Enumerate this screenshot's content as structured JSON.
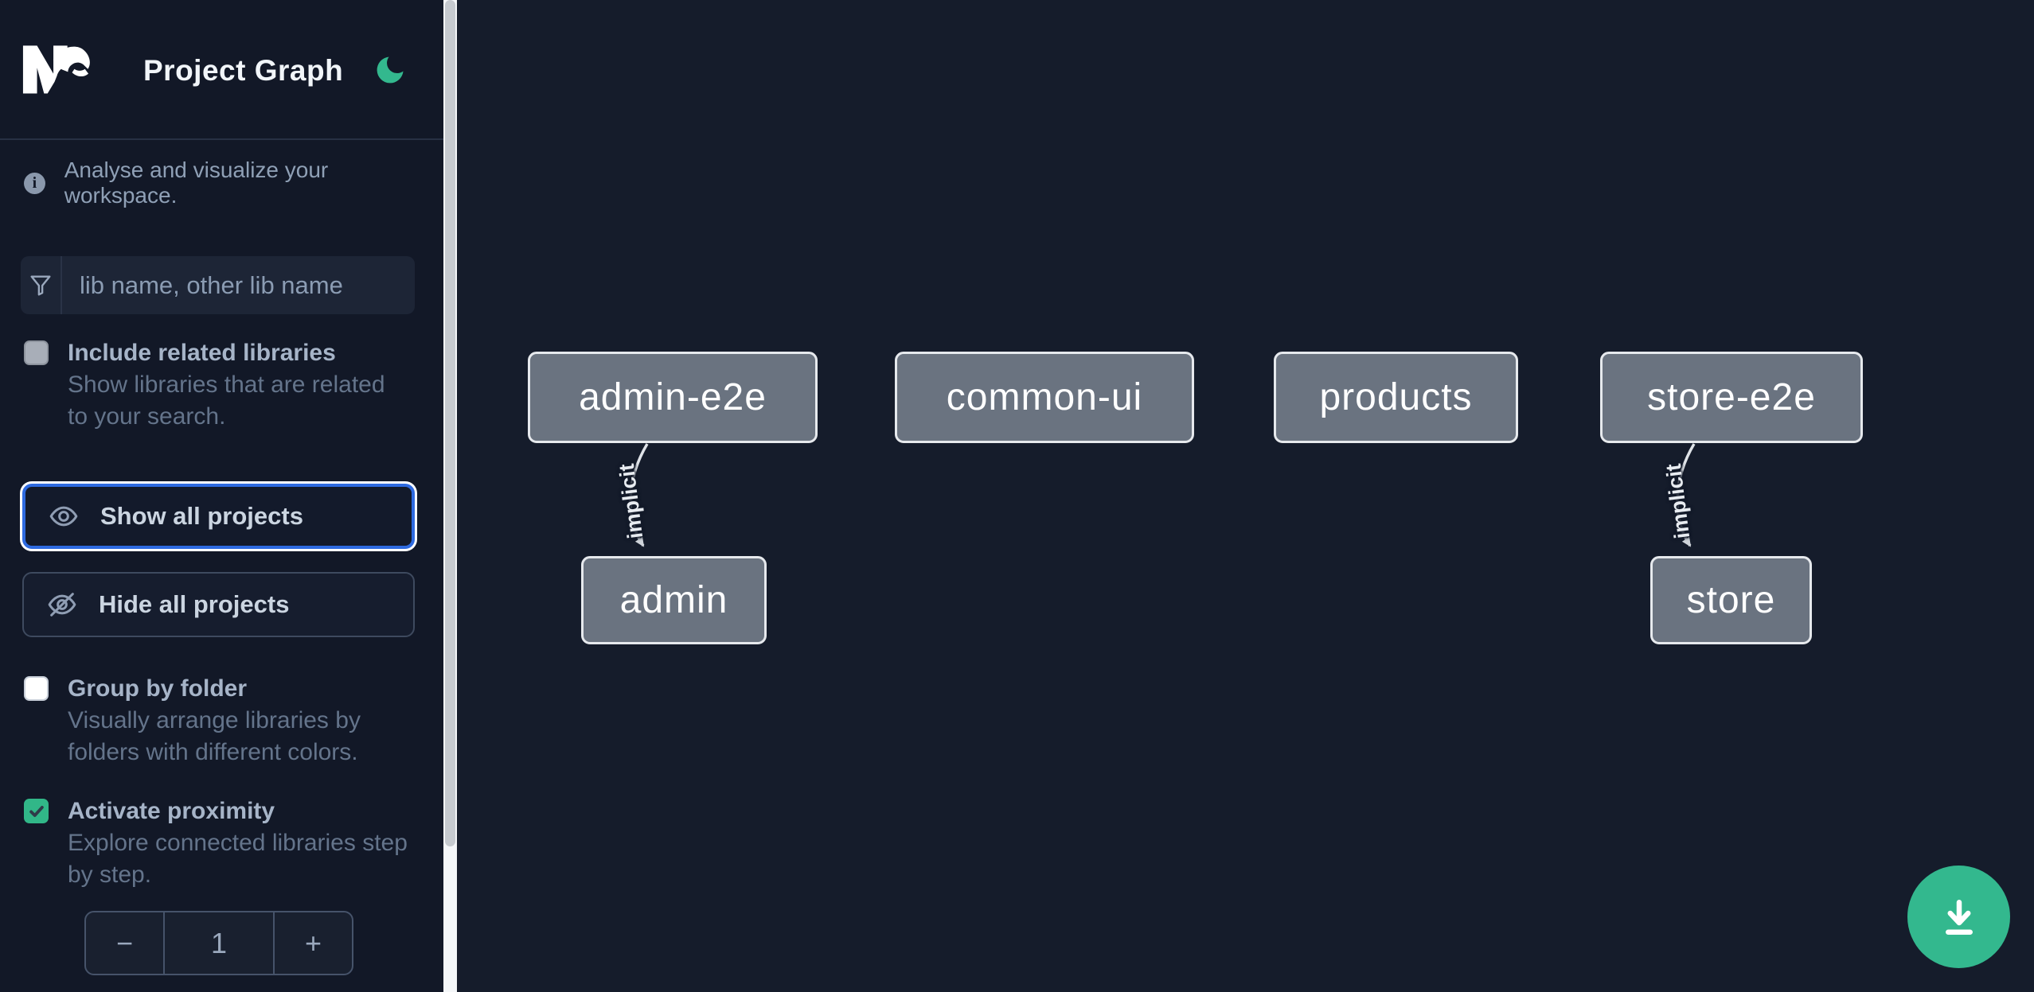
{
  "app": {
    "title": "Project Graph",
    "tagline": "Analyse and visualize your workspace."
  },
  "colors": {
    "accent_green": "#33b88e",
    "focus_blue": "#2e6ae0",
    "sidebar_bg": "#121827",
    "canvas_bg": "#151c2b",
    "node_fill": "#6a7380",
    "node_border": "#e6e9ed"
  },
  "sidebar": {
    "search": {
      "placeholder": "lib name, other lib name",
      "icon": "filter-funnel"
    },
    "options": [
      {
        "label": "Include related libraries",
        "description": "Show libraries that are related to your search.",
        "checked": false
      },
      {
        "label": "Group by folder",
        "description": "Visually arrange libraries by folders with different colors.",
        "checked": false
      },
      {
        "label": "Activate proximity",
        "description": "Explore connected libraries step by step.",
        "checked": true
      }
    ],
    "buttons": [
      {
        "label": "Show all projects",
        "icon": "eye",
        "focused": true
      },
      {
        "label": "Hide all projects",
        "icon": "eye-off",
        "focused": false
      }
    ],
    "stepper": {
      "decrement": "−",
      "value": "1",
      "increment": "+"
    }
  },
  "graph": {
    "nodes": [
      {
        "label": "admin-e2e"
      },
      {
        "label": "common-ui"
      },
      {
        "label": "products"
      },
      {
        "label": "store-e2e"
      },
      {
        "label": "admin"
      },
      {
        "label": "store"
      }
    ],
    "edges": [
      {
        "from": "admin-e2e",
        "to": "admin",
        "label": "implicit"
      },
      {
        "from": "store-e2e",
        "to": "store",
        "label": "implicit"
      }
    ]
  },
  "fab": {
    "icon": "download"
  }
}
